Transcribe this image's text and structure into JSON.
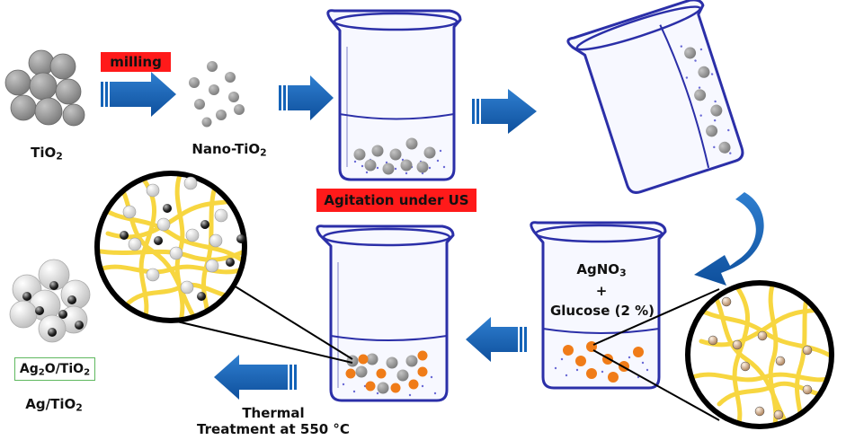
{
  "labels": {
    "tio2_main": "TiO",
    "tio2_sub": "2",
    "milling": "milling",
    "nano_main": "Nano-TiO",
    "nano_sub": "2",
    "agitation": "Agitation under US",
    "agno3_main": "AgNO",
    "agno3_sub": "3",
    "plus": "+",
    "glucose": "Glucose (2 %)",
    "thermal_line1": "Thermal",
    "thermal_line2": "Treatment at 550 °C",
    "ag2o_a": "Ag",
    "ag2o_b": "2",
    "ag2o_c": "O/TiO",
    "ag2o_d": "2",
    "agtio2_main": "Ag/TiO",
    "agtio2_sub": "2"
  },
  "colors": {
    "arrow_blue": "#1463b8",
    "arrow_blue_light": "#4a90d9",
    "beaker_outline": "#2b2fa8",
    "tio2_gray": "#8c8c8c",
    "silver_particle": "#d0d0d0",
    "orange_particle": "#f07c18",
    "fiber_yellow": "#f7d640",
    "red_tag": "#ff1a1a",
    "green_frame": "#5fb85f"
  },
  "icons": [
    "arrow-right-icon",
    "arrow-left-icon",
    "curved-arrow-icon",
    "beaker-icon",
    "zoom-circle-icon"
  ]
}
